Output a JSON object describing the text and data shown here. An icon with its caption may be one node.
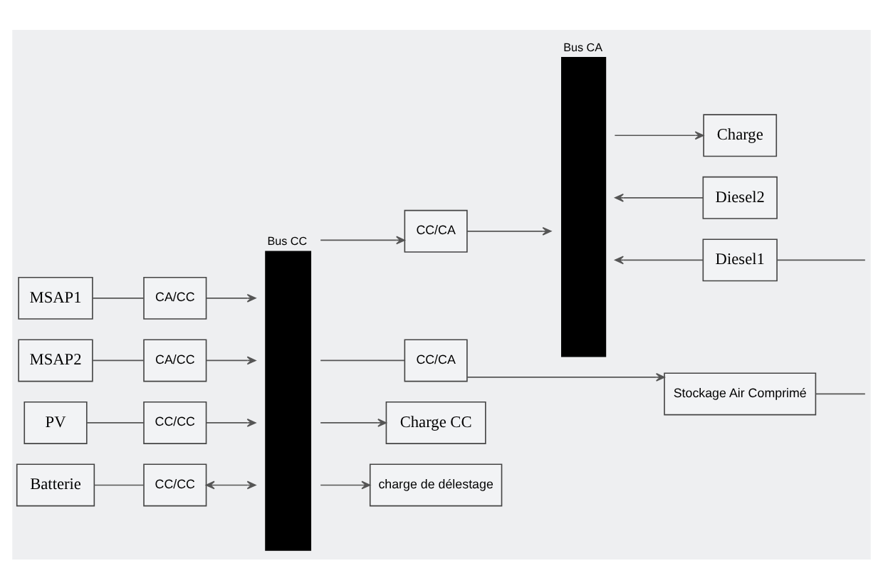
{
  "diagram": {
    "nodes": [
      {
        "text": [
          "MSAP1"
        ]
      },
      {
        "text": [
          "CA/CC"
        ]
      },
      {
        "text": [
          "MSAP2"
        ]
      },
      {
        "text": [
          "CA/CC"
        ]
      },
      {
        "text": [
          "PV"
        ]
      },
      {
        "text": [
          "CC/CC"
        ]
      },
      {
        "text": [
          "Batterie"
        ]
      },
      {
        "text": [
          "CC/CC"
        ]
      },
      {
        "text": [
          "Bus CC"
        ]
      },
      {
        "text": [
          "CC/CA"
        ]
      },
      {
        "text": [
          "Bus CA"
        ]
      },
      {
        "text": [
          "Charge"
        ]
      },
      {
        "text": [
          "Diesel2"
        ]
      },
      {
        "text": [
          "Diesel1"
        ]
      },
      {
        "text": [
          "CC/CA"
        ]
      },
      {
        "text": [
          "Stockage Air Comprimé"
        ]
      },
      {
        "text": [
          "Charge CC"
        ]
      },
      {
        "text": [
          "charge de délestage"
        ]
      }
    ],
    "edges": [
      {
        "from": 0,
        "to": 1,
        "arrow": "none"
      },
      {
        "from": 1,
        "to": 8,
        "arrow": "to"
      },
      {
        "from": 2,
        "to": 3,
        "arrow": "none"
      },
      {
        "from": 3,
        "to": 8,
        "arrow": "to"
      },
      {
        "from": 4,
        "to": 5,
        "arrow": "none"
      },
      {
        "from": 5,
        "to": 8,
        "arrow": "to"
      },
      {
        "from": 6,
        "to": 7,
        "arrow": "none"
      },
      {
        "from": 7,
        "to": 8,
        "arrow": "both"
      },
      {
        "from": 8,
        "to": 9,
        "arrow": "to"
      },
      {
        "from": 9,
        "to": 10,
        "arrow": "to"
      },
      {
        "from": 10,
        "to": 11,
        "arrow": "to"
      },
      {
        "from": 12,
        "to": 10,
        "arrow": "to"
      },
      {
        "from": 13,
        "to": 10,
        "arrow": "to"
      },
      {
        "from": 13,
        "to": null,
        "arrow": "none"
      },
      {
        "from": 8,
        "to": 14,
        "arrow": "none"
      },
      {
        "from": 14,
        "to": 15,
        "arrow": "to"
      },
      {
        "from": 15,
        "to": null,
        "arrow": "none"
      },
      {
        "from": 8,
        "to": 16,
        "arrow": "to"
      },
      {
        "from": 8,
        "to": 17,
        "arrow": "to"
      }
    ]
  }
}
